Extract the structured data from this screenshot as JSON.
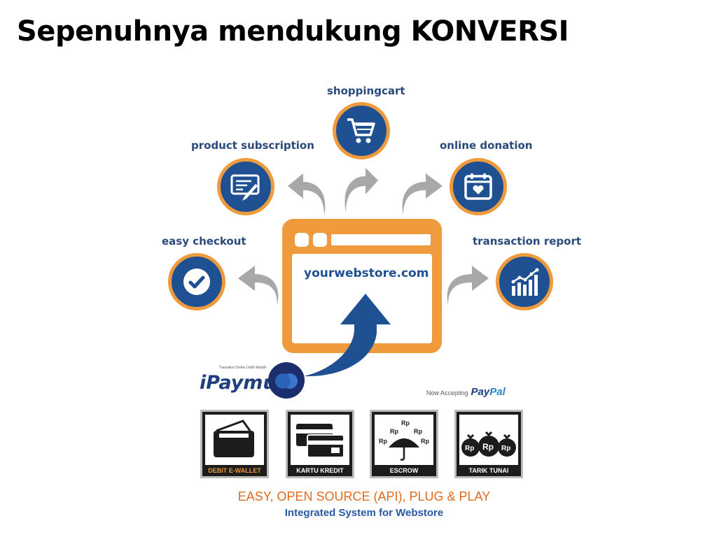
{
  "title": "Sepenuhnya mendukung KONVERSI",
  "features": {
    "shoppingcart": "shoppingcart",
    "product_subscription": "product subscription",
    "online_donation": "online donation",
    "easy_checkout": "easy checkout",
    "transaction_report": "transaction report"
  },
  "browser": {
    "url": "yourwebstore.com"
  },
  "ipaymu": {
    "brand": "iPaymu",
    "tagline": "Transaksi Online Lebih Mudah"
  },
  "paypal": {
    "prefix": "Now Accepting",
    "brand_a": "Pay",
    "brand_b": "Pal"
  },
  "payment_methods": [
    "DEBIT E-WALLET",
    "KARTU KREDIT",
    "ESCROW",
    "TARIK TUNAI"
  ],
  "rp_label": "Rp",
  "tagline": "EASY, OPEN SOURCE (API), PLUG & PLAY",
  "subtagline": "Integrated System for Webstore",
  "colors": {
    "orange": "#ef9a3c",
    "blue": "#1f5192",
    "arrow_gray": "#a8a8a8",
    "tag_orange": "#e26a1d"
  }
}
